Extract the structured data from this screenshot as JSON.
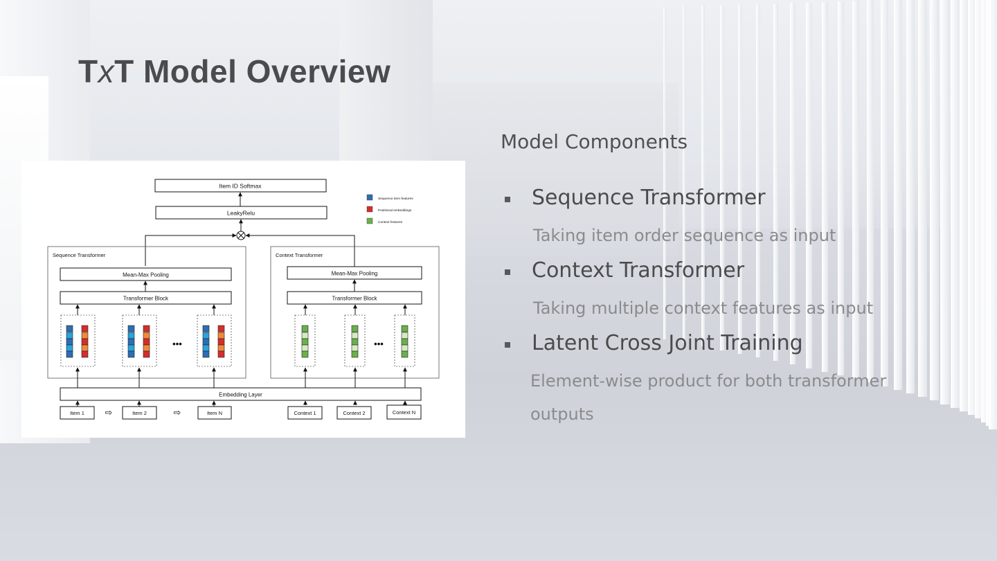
{
  "slide": {
    "title_prefix": "T",
    "title_x": "x",
    "title_rest": "T Model Overview",
    "components_heading": "Model Components",
    "components": [
      {
        "label": "Sequence Transformer",
        "desc": "Taking item order sequence as input"
      },
      {
        "label": "Context Transformer",
        "desc": "Taking multiple context features as input"
      },
      {
        "label": "Latent Cross Joint Training",
        "desc": "Element-wise product for both transformer outputs"
      }
    ]
  },
  "diagram": {
    "softmax": "Item ID Softmax",
    "leaky": "LeakyRelu",
    "seq_title": "Sequence Transformer",
    "ctx_title": "Context Transformer",
    "pooling": "Mean-Max Pooling",
    "transformer_block": "Transformer Block",
    "embedding": "Embedding Layer",
    "ellipsis": "•••",
    "arrow_right": "⇨",
    "items": [
      "Item 1",
      "Item 2",
      "Item N"
    ],
    "contexts": [
      "Context 1",
      "Context 2",
      "Context N"
    ],
    "legend": [
      "Sequence item features",
      "Positional embeddings",
      "Context features"
    ],
    "colors": {
      "seq_dark": "#2e6db4",
      "seq_light": "#2aa4dc",
      "pos_dark": "#d62d2d",
      "pos_light": "#f08a3a",
      "ctx_dark": "#6ab04c",
      "ctx_light": "#d4ecc0"
    }
  }
}
